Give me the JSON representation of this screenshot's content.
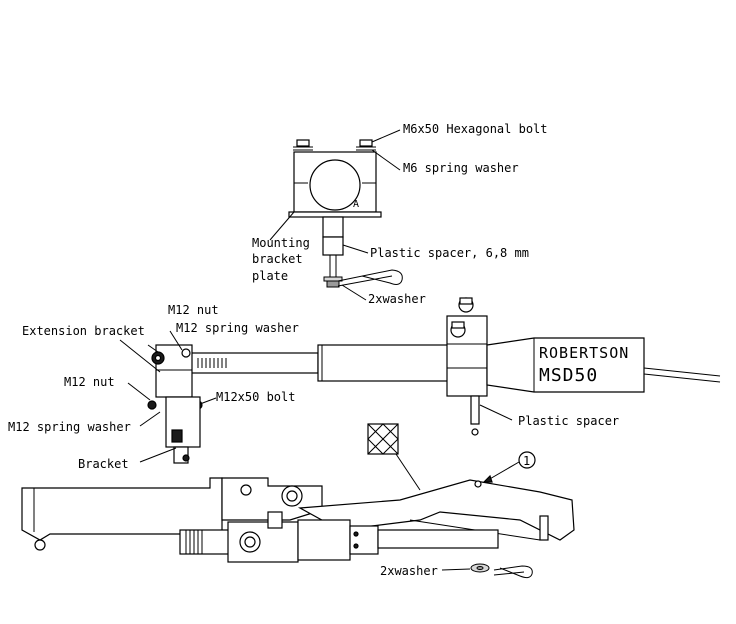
{
  "labels": {
    "m6_bolt": "M6x50 Hexagonal bolt",
    "m6_washer": "M6 spring washer",
    "detail_a": "A",
    "mounting_1": "Mounting",
    "mounting_2": "bracket",
    "mounting_3": "plate",
    "plastic_spacer_68": "Plastic spacer, 6,8 mm",
    "washer_top": "2xwasher",
    "m12_nut_top": "M12 nut",
    "m12_washer_top": "M12 spring washer",
    "extension_bracket": "Extension bracket",
    "m12_nut_side": "M12 nut",
    "m12_bolt": "M12x50 bolt",
    "m12_washer_side": "M12 spring washer",
    "bracket": "Bracket",
    "brand": "ROBERTSON",
    "model": "MSD50",
    "plastic_spacer": "Plastic spacer",
    "callout_number": "1",
    "washer_bottom": "2xwasher"
  }
}
